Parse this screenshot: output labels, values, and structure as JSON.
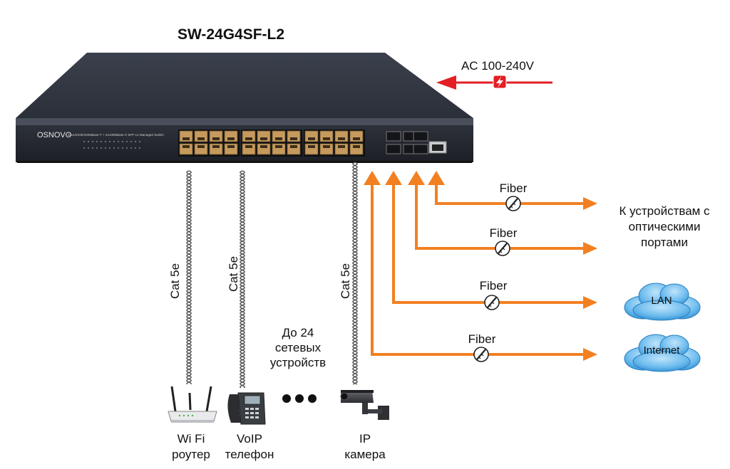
{
  "title": "SW-24G4SF-L2",
  "switch": {
    "brand": "OSNOVO",
    "model_caption": "24x10/100/1000Base-T + 4x1000Base-X SFP L2 Managed Switch"
  },
  "power": {
    "label": "AC 100-240V",
    "color": "#e31e24"
  },
  "fiber_color": "#f28022",
  "copper_cables": [
    {
      "label": "Cat 5e"
    },
    {
      "label": "Cat 5e"
    },
    {
      "label": "Cat 5e"
    }
  ],
  "fiber_links": [
    {
      "label": "Fiber"
    },
    {
      "label": "Fiber"
    },
    {
      "label": "Fiber"
    },
    {
      "label": "Fiber"
    }
  ],
  "optical_devices": {
    "line1": "К устройствам с",
    "line2": "оптическими",
    "line3": "портами"
  },
  "clouds": [
    {
      "label": "LAN",
      "icon": "cloud-icon"
    },
    {
      "label": "Internet",
      "icon": "cloud-icon"
    }
  ],
  "network_devices_note": {
    "line1": "До 24",
    "line2": "сетевых",
    "line3": "устройств"
  },
  "devices": [
    {
      "line1": "Wi Fi",
      "line2": "роутер",
      "icon": "router-icon"
    },
    {
      "line1": "VoIP",
      "line2": "телефон",
      "icon": "phone-icon"
    },
    {
      "line1": "IP",
      "line2": "камера",
      "icon": "camera-icon"
    }
  ]
}
